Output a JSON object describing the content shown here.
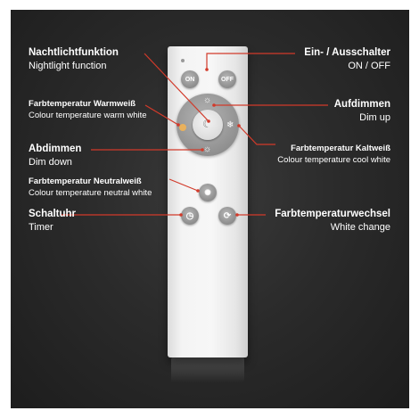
{
  "labels": {
    "nightlight": {
      "title": "Nachtlichtfunktion",
      "sub": "Nightlight function"
    },
    "warm": {
      "title": "Farbtemperatur Warmweiß",
      "sub": "Colour temperature warm white"
    },
    "dimdown": {
      "title": "Abdimmen",
      "sub": "Dim down"
    },
    "neutral": {
      "title": "Farbtemperatur Neutralweiß",
      "sub": "Colour temperature neutral white"
    },
    "timer": {
      "title": "Schaltuhr",
      "sub": "Timer"
    },
    "onoff": {
      "title": "Ein- / Ausschalter",
      "sub": "ON / OFF"
    },
    "dimup": {
      "title": "Aufdimmen",
      "sub": "Dim up"
    },
    "cool": {
      "title": "Farbtemperatur Kaltweiß",
      "sub": "Colour temperature cool white"
    },
    "whitechange": {
      "title": "Farbtemperaturwechsel",
      "sub": "White change"
    }
  },
  "buttons": {
    "on": "ON",
    "off": "OFF"
  },
  "colors": {
    "accent_line": "#d23a2a",
    "background": "#2b2b2b",
    "remote": "#f4f4f4",
    "button": "#9a9a9a"
  },
  "icons": [
    "sun-plus-icon",
    "sun-minus-icon",
    "moon-icon",
    "snowflake-icon",
    "warm-white-icon",
    "neutral-bulb-icon",
    "timer-icon",
    "white-change-icon"
  ]
}
